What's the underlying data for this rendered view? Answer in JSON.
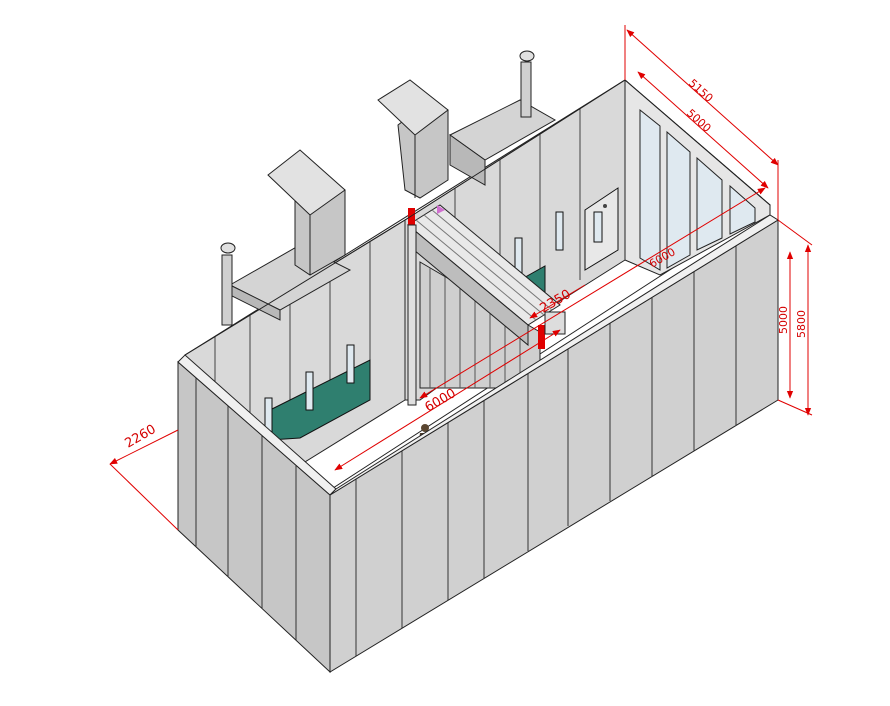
{
  "colors": {
    "wall_outer": "#c9c9c9",
    "wall_outer_dark": "#b5b5b5",
    "wall_top_edge": "#f2f2f2",
    "wall_inner": "#dcdcdc",
    "floor": "#ffffff",
    "duct": "#c8c8c8",
    "duct_dark": "#a9a9a9",
    "filter_green": "#2f7f6f",
    "dimension_red": "#e00000",
    "outline": "#222222"
  },
  "dimensions": {
    "width_outer": "2260",
    "length_outer": "5150",
    "length_inner": "5000",
    "height_outer": "5800",
    "height_inner": "5000",
    "floor_length_left": "6000",
    "floor_length_right": "6000",
    "gantry_width": "2350"
  },
  "icons": {
    "duct_left": "ventilation-duct-icon",
    "duct_right": "ventilation-duct-icon",
    "door": "door-icon",
    "person": "person-icon",
    "gantry": "gantry-crane-icon"
  }
}
